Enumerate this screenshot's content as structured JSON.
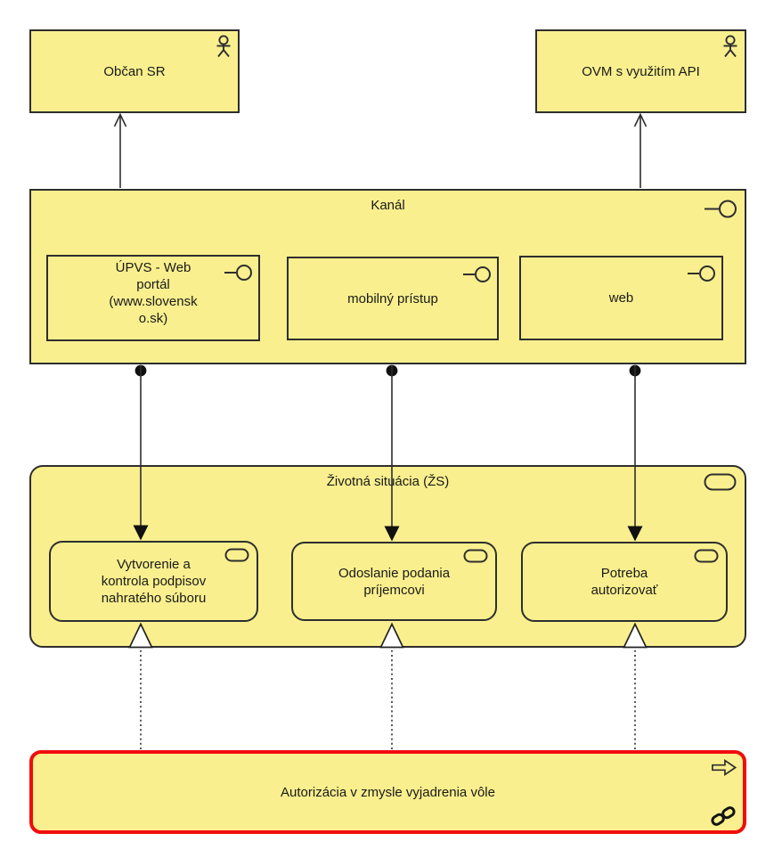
{
  "palette": {
    "node_fill": "#F9EF8E",
    "node_border": "#2E2E2E",
    "highlight_border": "#F10D0D",
    "connector": "#2E2E2E",
    "background": "#FFFFFF",
    "text": "#1A1A1A"
  },
  "nodes": {
    "obcan": {
      "label": "Občan SR",
      "icon": "business-actor"
    },
    "ovm": {
      "label": "OVM s využitím API",
      "icon": "business-actor"
    },
    "kanal": {
      "label": "Kanál",
      "icon": "interface"
    },
    "upvs": {
      "label": "ÚPVS - Web\nportál\n(www.slovensk\no.sk)",
      "icon": "interface"
    },
    "mobilny": {
      "label": "mobilný prístup",
      "icon": "interface"
    },
    "web": {
      "label": "web",
      "icon": "interface"
    },
    "zivotna": {
      "label": "Životná situácia (ŽS)",
      "icon": "rounded-process"
    },
    "vytvorenie": {
      "label": "Vytvorenie a\nkontrola podpisov\nnahratého súboru",
      "icon": "rounded-process"
    },
    "odoslanie": {
      "label": "Odoslanie podania\npríjemcovi",
      "icon": "rounded-process"
    },
    "potreba": {
      "label": "Potreba\nautorizovať",
      "icon": "rounded-process"
    },
    "autorizacia": {
      "label": "Autorizácia v zmysle vyjadrenia vôle",
      "icons": [
        "flow-arrow",
        "chain-link"
      ],
      "highlighted": true
    }
  },
  "connections": [
    {
      "from": "kanal",
      "to": "obcan",
      "type": "serving",
      "line": "solid",
      "arrow": "open-v"
    },
    {
      "from": "kanal",
      "to": "ovm",
      "type": "serving",
      "line": "solid",
      "arrow": "open-v"
    },
    {
      "from": "kanal",
      "to": "vytvorenie",
      "type": "assignment",
      "line": "solid",
      "arrow": "ball-to-filled-triangle"
    },
    {
      "from": "kanal",
      "to": "odoslanie",
      "type": "assignment",
      "line": "solid",
      "arrow": "ball-to-filled-triangle"
    },
    {
      "from": "kanal",
      "to": "potreba",
      "type": "assignment",
      "line": "solid",
      "arrow": "ball-to-filled-triangle"
    },
    {
      "from": "autorizacia",
      "to": "vytvorenie",
      "type": "realization",
      "line": "dotted",
      "arrow": "hollow-triangle"
    },
    {
      "from": "autorizacia",
      "to": "odoslanie",
      "type": "realization",
      "line": "dotted",
      "arrow": "hollow-triangle"
    },
    {
      "from": "autorizacia",
      "to": "potreba",
      "type": "realization",
      "line": "dotted",
      "arrow": "hollow-triangle"
    }
  ]
}
